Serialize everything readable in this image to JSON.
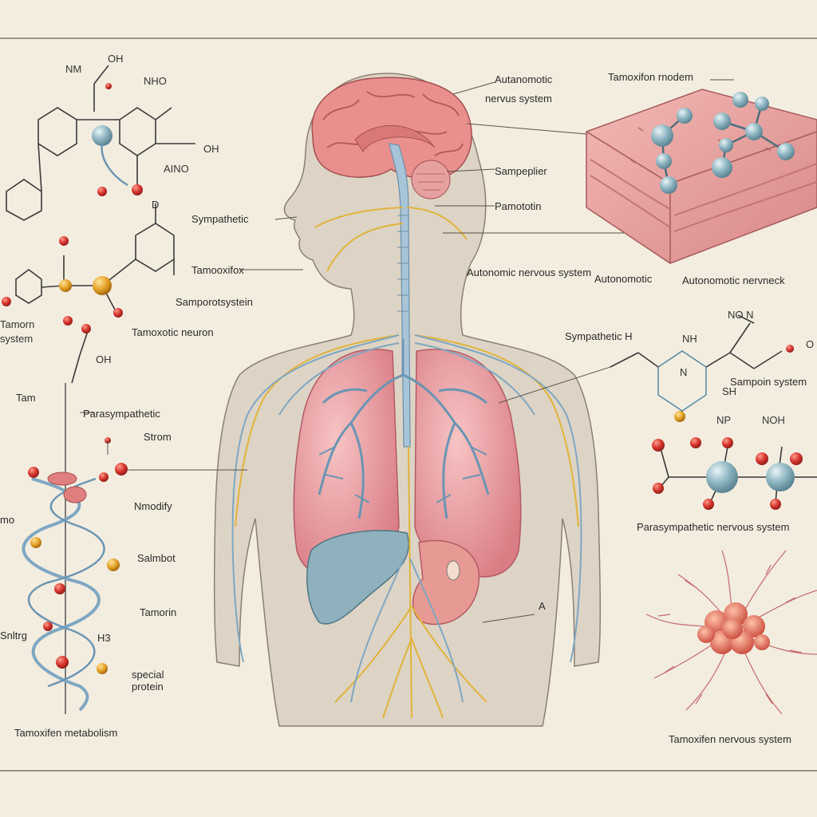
{
  "labels": {
    "autonomic_top": "Autanomotic",
    "nervous_system_top": "nervus system",
    "tamoxifen_model": "Tamoxifon rnodem",
    "sympathetic_head": "Sympathetic",
    "sampeplier": "Sampeplier",
    "pamototin": "Pamototin",
    "tamooxifox": "Tamooxifox",
    "samporotsystein": "Samporotsystein",
    "tamoxotic_neuron": "Tamoxotic neuron",
    "autonomic_mid": "Autonomic nervous system",
    "autonomotic": "Autonomotic",
    "autonomic_network": "Autonomotic nervneck",
    "sympathetic_h": "Sympathetic H",
    "sampoin_system": "Sampoin system",
    "tam": "Tam",
    "parasympathetic_label": "Parasympathetic",
    "strom": "Strom",
    "nmodify": "Nmodify",
    "mo": "mo",
    "salmbot": "Salmbot",
    "tamorin": "Tamorin",
    "snltrg": "Snltrg",
    "h3": "H3",
    "special_protein": "special protein",
    "tamoxifen_metabolism": "Tamoxifen metabolism",
    "parasympathetic_nervous": "Parasympathetic nervous system",
    "tamoxifen_nervous": "Tamoxifen nervous system",
    "stomach": "A"
  },
  "chem": {
    "nm": "NM",
    "oh_top": "OH",
    "nho": "NHO",
    "oh_mid": "OH",
    "aino": "AINO",
    "d": "D",
    "oh_left": "OH",
    "tamorn": "Tamorn",
    "system_left": "system",
    "nh": "NH",
    "n_ring": "N",
    "sh": "SH",
    "no_n": "NO N",
    "o_right": "O",
    "np": "NP",
    "noh": "NOH"
  },
  "colors": {
    "background": "#f3ede0",
    "body": "#cbbfb1",
    "lung": "#e9949b",
    "nerve_yellow": "#e2b33a",
    "nerve_blue": "#7fa7c2",
    "atom_red": "#d4332c",
    "atom_orange": "#e4a125",
    "atom_blue": "#7fa9b7",
    "tissue": "#e8a0a0"
  }
}
